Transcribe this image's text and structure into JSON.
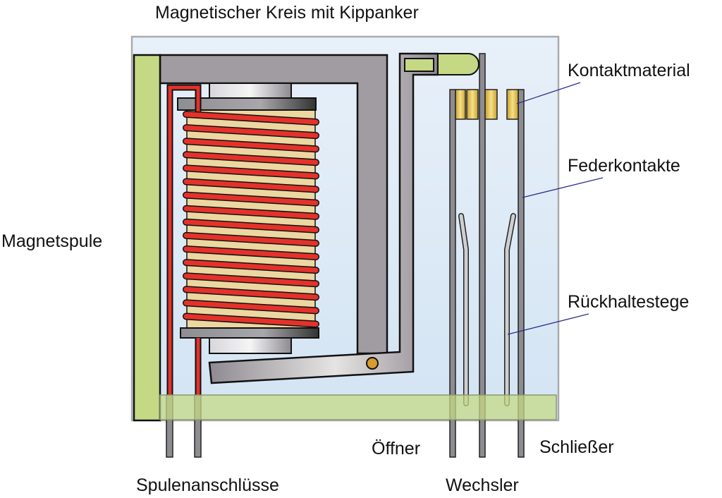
{
  "title": "Magnetischer Kreis mit Kippanker",
  "labels": {
    "contact_material": "Kontaktmaterial",
    "spring_contacts": "Federkontakte",
    "retaining_bars": "Rückhaltestege",
    "coil": "Magnetspule",
    "coil_terminals": "Spulenanschlüsse",
    "break_contact": "Öffner",
    "changeover": "Wechsler",
    "make_contact": "Schließer"
  },
  "colors": {
    "housing": "#e3eef8",
    "green": "#c5d985",
    "yoke": "#a09ca2",
    "wire": "#e4322b",
    "bobbin": "#ecd7a1",
    "leader": "#2b2e8c",
    "contact": "#e0b840"
  }
}
